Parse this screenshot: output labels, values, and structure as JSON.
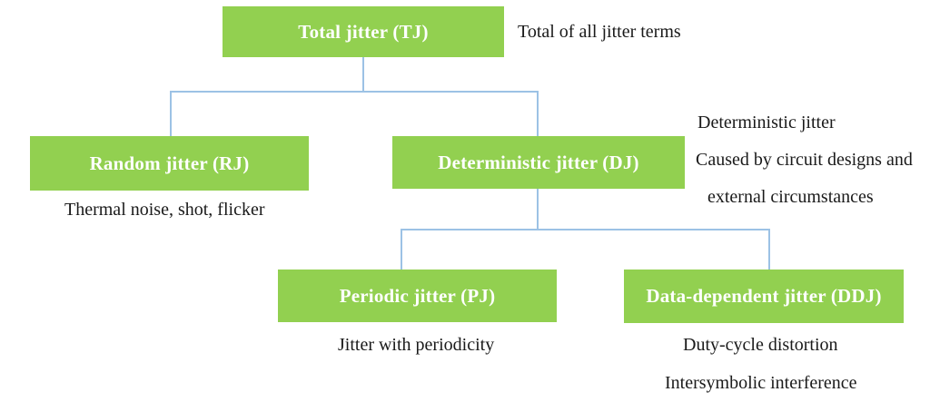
{
  "diagram": {
    "title": "Jitter hierarchy diagram",
    "nodes": {
      "tj": {
        "label": "Total jitter (TJ)"
      },
      "rj": {
        "label": "Random jitter (RJ)"
      },
      "dj": {
        "label": "Deterministic jitter (DJ)"
      },
      "pj": {
        "label": "Periodic jitter (PJ)"
      },
      "ddj": {
        "label": "Data-dependent jitter (DDJ)"
      }
    },
    "annotations": {
      "tj_note": "Total of all jitter terms",
      "rj_note": "Thermal noise, shot, flicker",
      "dj_note_line1": "Deterministic jitter",
      "dj_note_line2": "Caused by circuit designs and",
      "dj_note_line3": "external circumstances",
      "pj_note": "Jitter with periodicity",
      "ddj_note_line1": "Duty-cycle distortion",
      "ddj_note_line2": "Intersymbolic interference"
    },
    "colors": {
      "node_fill": "#92D050",
      "node_text": "#FFFFFF",
      "connector": "#9CC2E5",
      "text": "#1A1A1A"
    }
  }
}
